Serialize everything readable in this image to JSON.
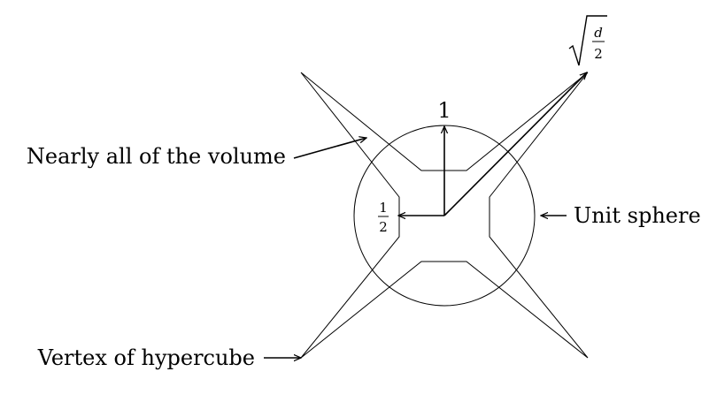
{
  "labels": {
    "volume": "Nearly all of the volume",
    "vertex": "Vertex of hypercube",
    "sphere": "Unit sphere",
    "one": "1",
    "half_num": "1",
    "half_den": "2",
    "sqrt_num": "d",
    "sqrt_den": "2"
  },
  "colors": {
    "ink": "#000000",
    "background": "#ffffff"
  }
}
